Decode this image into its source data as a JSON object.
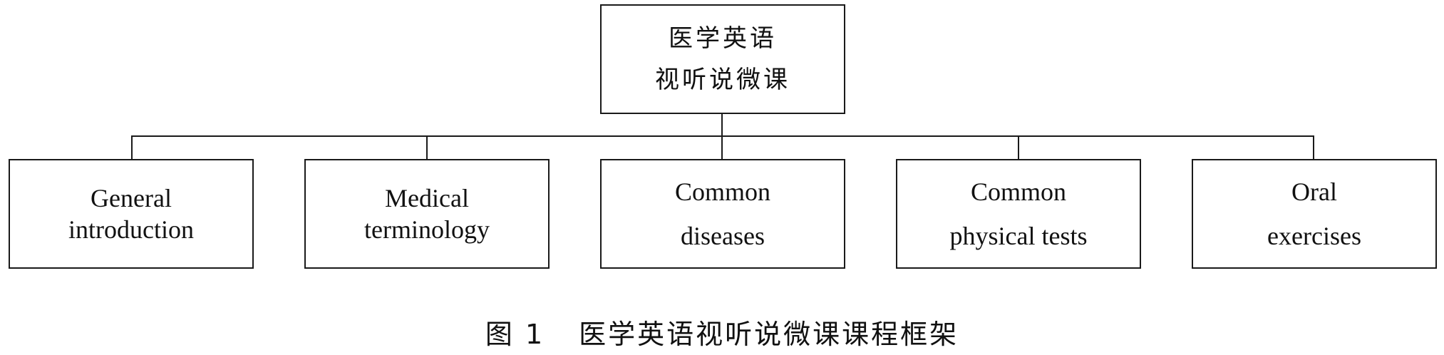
{
  "root": {
    "line1": "医学英语",
    "line2": "视听说微课"
  },
  "modules": [
    {
      "line1": "General",
      "line2": "introduction"
    },
    {
      "line1": "Medical",
      "line2": "terminology"
    },
    {
      "line1": "Common",
      "line2": "diseases"
    },
    {
      "line1": "Common",
      "line2": "physical tests"
    },
    {
      "line1": "Oral",
      "line2": "exercises"
    }
  ],
  "caption": {
    "number": "图 1",
    "title": "医学英语视听说微课课程框架"
  }
}
